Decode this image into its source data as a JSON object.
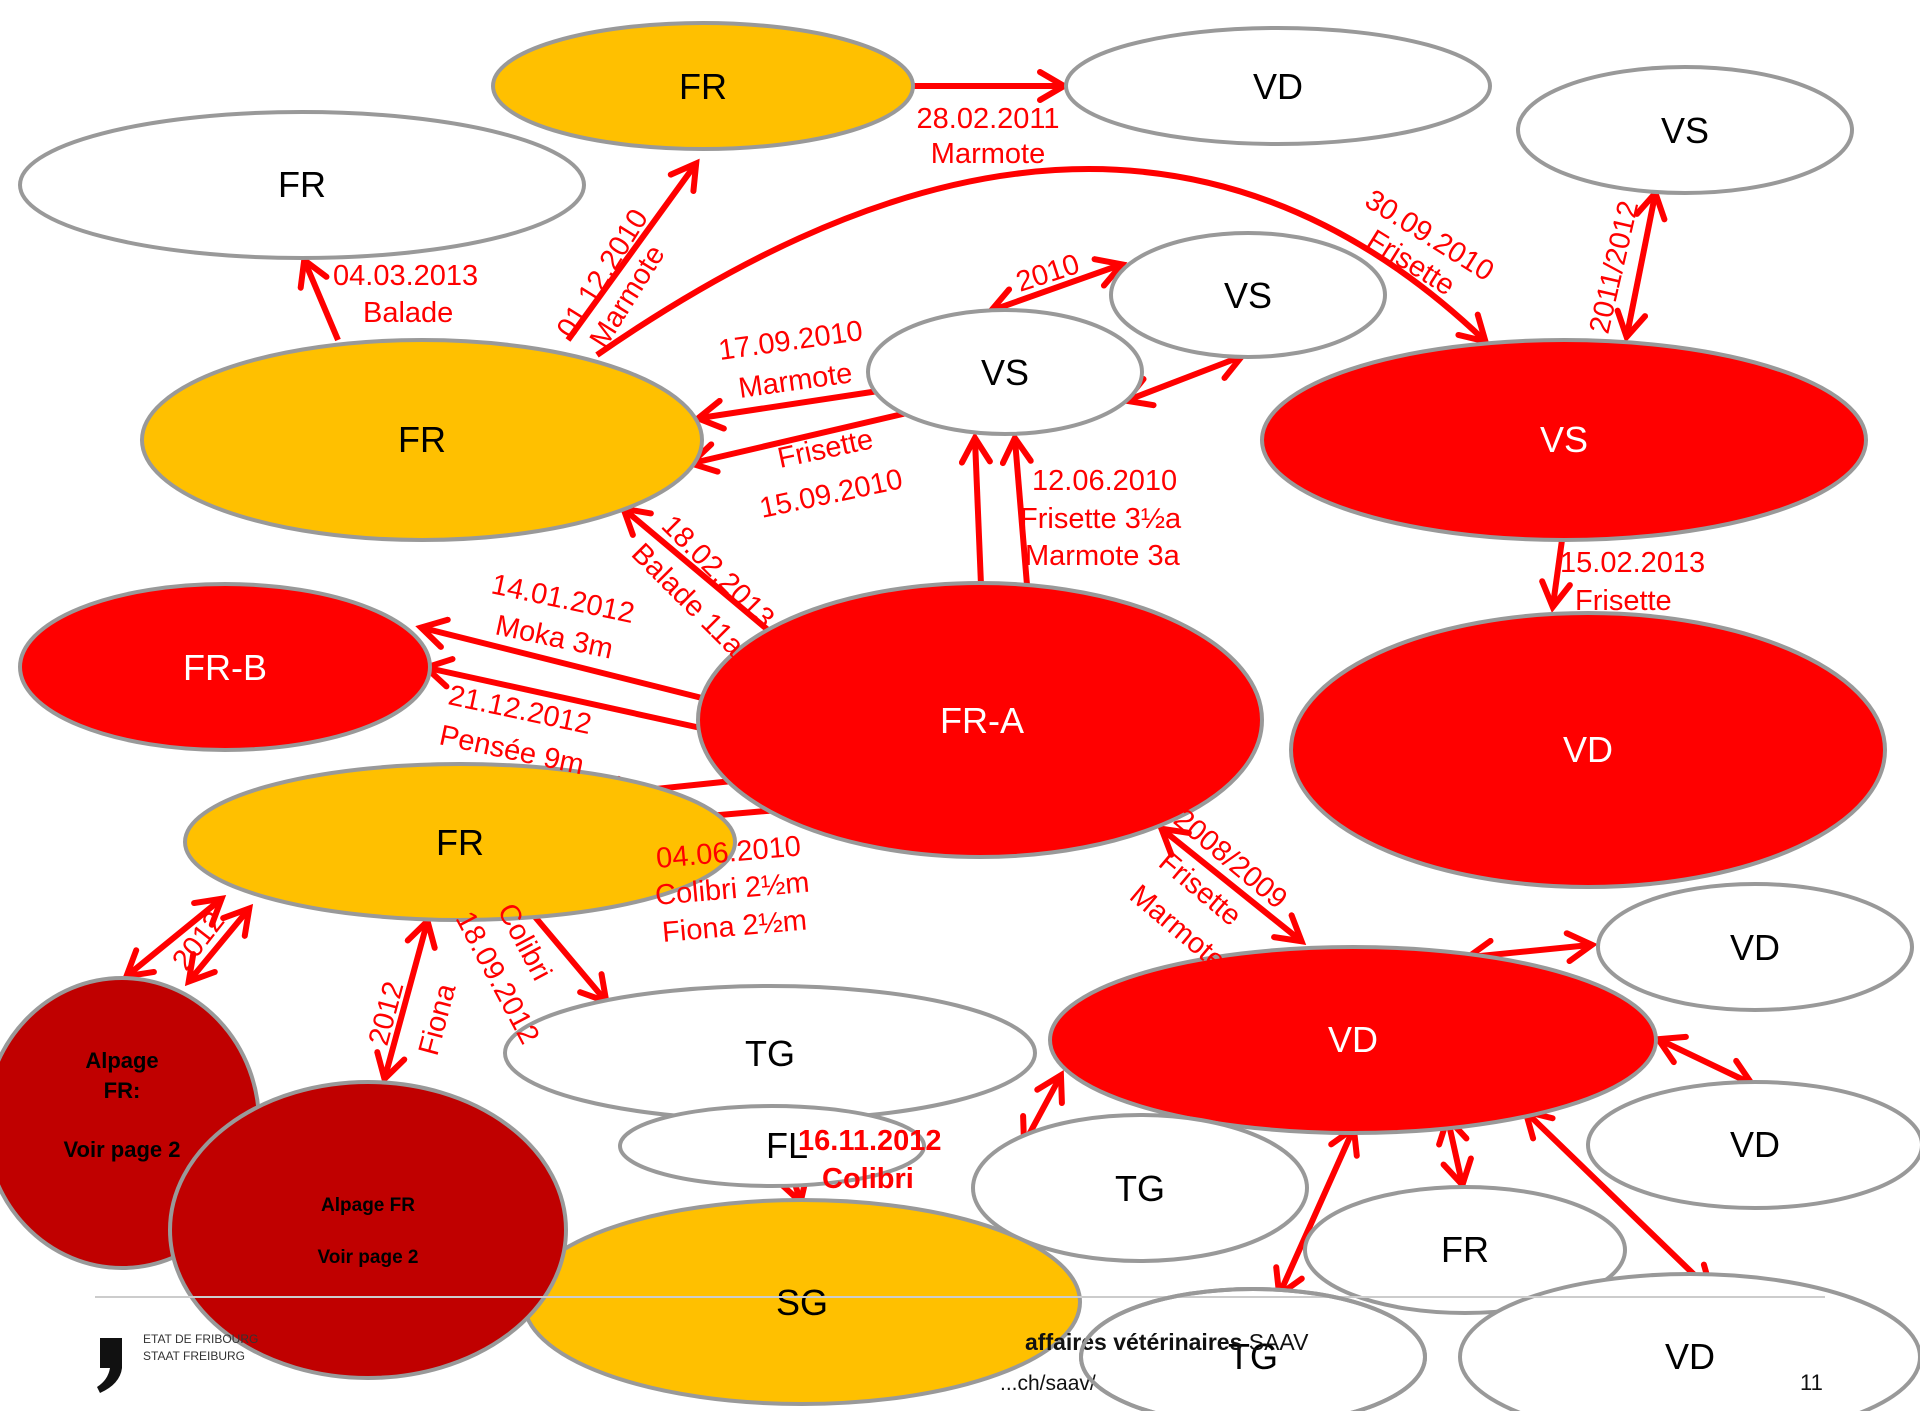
{
  "colors": {
    "accent_red": "#ff0000",
    "dark_red": "#c00000",
    "orange": "#ffc000",
    "white": "#ffffff",
    "stroke_gray": "#999999"
  },
  "nodes": {
    "fr_top": "FR",
    "vd_top": "VD",
    "fr_left_top": "FR",
    "vs_top_right": "VS",
    "vs_mid": "VS",
    "vs_center": "VS",
    "fr_orange_mid": "FR",
    "vs_red": "VS",
    "fr_b": "FR-B",
    "fr_a": "FR-A",
    "vd_red_big": "VD",
    "fr_orange_low": "FR",
    "alpage1_line1": "Alpage",
    "alpage1_line2": "FR:",
    "alpage1_line3": "Voir page 2",
    "alpage2_line1": "Alpage FR",
    "alpage2_line2": "Voir page 2",
    "tg_mid": "TG",
    "fl": "FL",
    "sg": "SG",
    "vd_red_mid": "VD",
    "vd_right1": "VD",
    "vd_right2": "VD",
    "tg_low": "TG",
    "fr_low": "FR",
    "tg_bottom": "TG",
    "vd_bottom": "VD"
  },
  "edge_labels": {
    "e1_date": "28.02.2011",
    "e1_name": "Marmote",
    "e2_date": "01.12.2010",
    "e2_name": "Marmote",
    "e3_date": "04.03.2013",
    "e3_name": "Balade",
    "e4_date": "30.09.2010",
    "e4_name": "Frisette",
    "e5_year": "2011/2012",
    "e6_year": "2010",
    "e7_date": "17.09.2010",
    "e7_name": "Marmote",
    "e8_name": "Frisette",
    "e8_date": "15.09.2010",
    "e9_date": "12.06.2010",
    "e9_line2": "Frisette 3½a",
    "e9_line3": "Marmote 3a",
    "e10_date": "15.02.2013",
    "e10_name": "Frisette",
    "e11_date": "18.02.2013",
    "e11_name": "Balade 11a",
    "e12_date": "14.01.2012",
    "e12_name": "Moka 3m",
    "e13_date": "21.12.2012",
    "e13_name": "Pensée 9m",
    "e14_date": "04.06.2010",
    "e14_line2": "Colibri 2½m",
    "e14_line3": "Fiona 2½m",
    "e15_year": "2008/2009",
    "e15_line2": "Frisette",
    "e15_line3": "Marmote",
    "e16_year": "2012",
    "e17_year": "2012",
    "e17_name": "Fiona",
    "e18_name": "Colibri",
    "e18_date": "18.09.2012",
    "e19_date": "16.11.2012",
    "e19_name": "Colibri"
  },
  "footer": {
    "logo_line1": "ETAT DE FRIBOURG",
    "logo_line2": "STAAT FREIBURG",
    "org_bold": "affaires vétérinaires",
    "org_suffix": " SAAV",
    "url": "...ch/saav/",
    "page_number": "11"
  }
}
